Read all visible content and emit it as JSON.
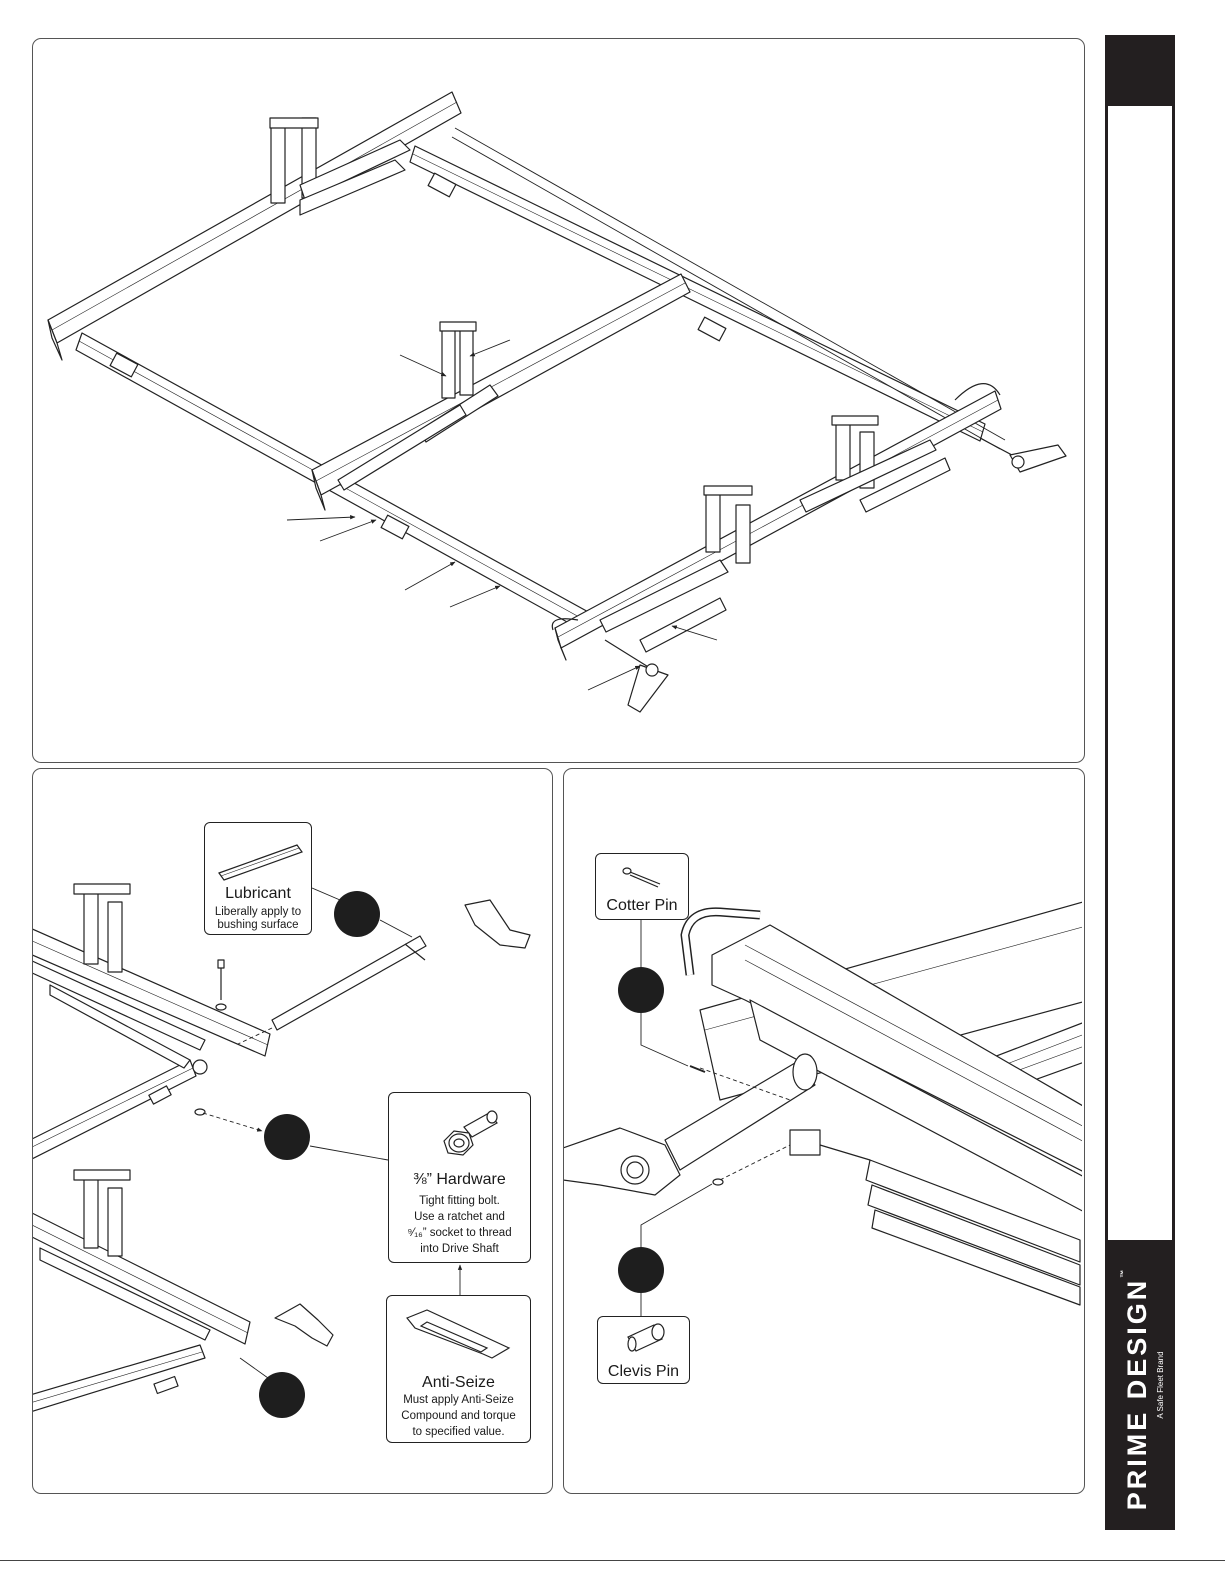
{
  "callouts": {
    "lubricant": {
      "title": "Lubricant",
      "lines": [
        "Liberally apply to",
        "bushing surface"
      ]
    },
    "hardware": {
      "title": "⅜” Hardware",
      "lines": [
        "Tight fitting bolt.",
        "Use a ratchet and",
        "⁹⁄₁₆” socket to thread",
        "into Drive Shaft"
      ]
    },
    "anti_seize": {
      "title": "Anti-Seize",
      "lines": [
        "Must apply Anti-Seize",
        "Compound and torque",
        "to specified value."
      ]
    },
    "cotter_pin": {
      "title": "Cotter Pin"
    },
    "clevis_pin": {
      "title": "Clevis Pin"
    }
  },
  "brand": {
    "name": "PRIME DESIGN",
    "trademark": "™",
    "tagline": "A Safe Fleet Brand"
  },
  "colors": {
    "ink": "#1e1e1e",
    "sidebar": "#231f20"
  }
}
